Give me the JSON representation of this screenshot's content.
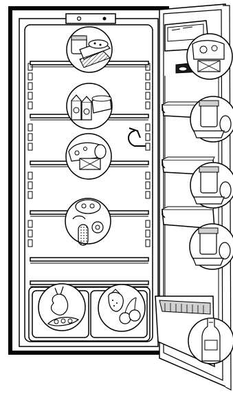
{
  "figure": {
    "subject": "refrigerator-food-storage-guide",
    "interior_shelves": [
      {
        "contents": "cakes-and-pastries-in-covered-container"
      },
      {
        "contents": "milk-cartons-and-dairy-dish"
      },
      {
        "contents": "cheese-and-butter"
      },
      {
        "contents": "sausages-and-cold-meats"
      },
      {
        "contents": "empty-bottom-shelf"
      }
    ],
    "crisper_drawers": [
      {
        "contents": "vegetables-beet-and-peas"
      },
      {
        "contents": "fruit-strawberry-and-cherries"
      }
    ],
    "door_compartments": [
      {
        "contents": "butter-and-cheese-dairy-compartment"
      },
      {
        "contents": "jars-and-eggs"
      },
      {
        "contents": "jars-and-eggs"
      },
      {
        "contents": "jars-and-eggs"
      },
      {
        "contents": "bottles"
      }
    ],
    "top_panel": {
      "controls": [
        "thermostat-knob",
        "indicator"
      ]
    },
    "colors": {
      "line": "#000000",
      "fill": "#ffffff",
      "shade": "#d0d0d0",
      "dark_fill": "#1a1a1a"
    }
  }
}
